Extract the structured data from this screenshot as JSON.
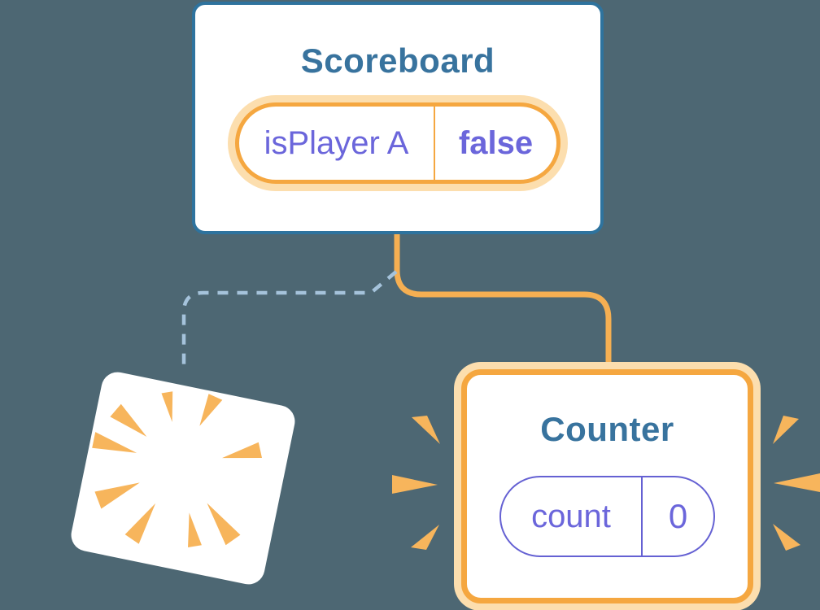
{
  "colors": {
    "background": "#4D6773",
    "card-bg": "#FFFFFF",
    "card-border": "#2E739E",
    "title-text": "#38739E",
    "state-text": "#6B66DB",
    "value-text": "#6B66DB",
    "pill-border": "#F5A740",
    "pill-halo": "#FCDEAE",
    "state-pill-border": "#6561D3",
    "connector-orange": "#F5AF52",
    "connector-dashed": "#A5C3DB",
    "burst-orange": "#F7B55C",
    "sparkle-orange": "#F5B04E"
  },
  "scoreboard_card": {
    "title": "Scoreboard",
    "state_pill": {
      "label": "isPlayer A",
      "value": "false"
    }
  },
  "counter_card": {
    "title": "Counter",
    "state_pill": {
      "label": "count",
      "value": "0"
    }
  },
  "icons": {
    "sparkles": "sparkle-icon",
    "destroy_burst": "burst-rays-icon",
    "creation_emphasis": "emphasis-spikes-icon"
  }
}
